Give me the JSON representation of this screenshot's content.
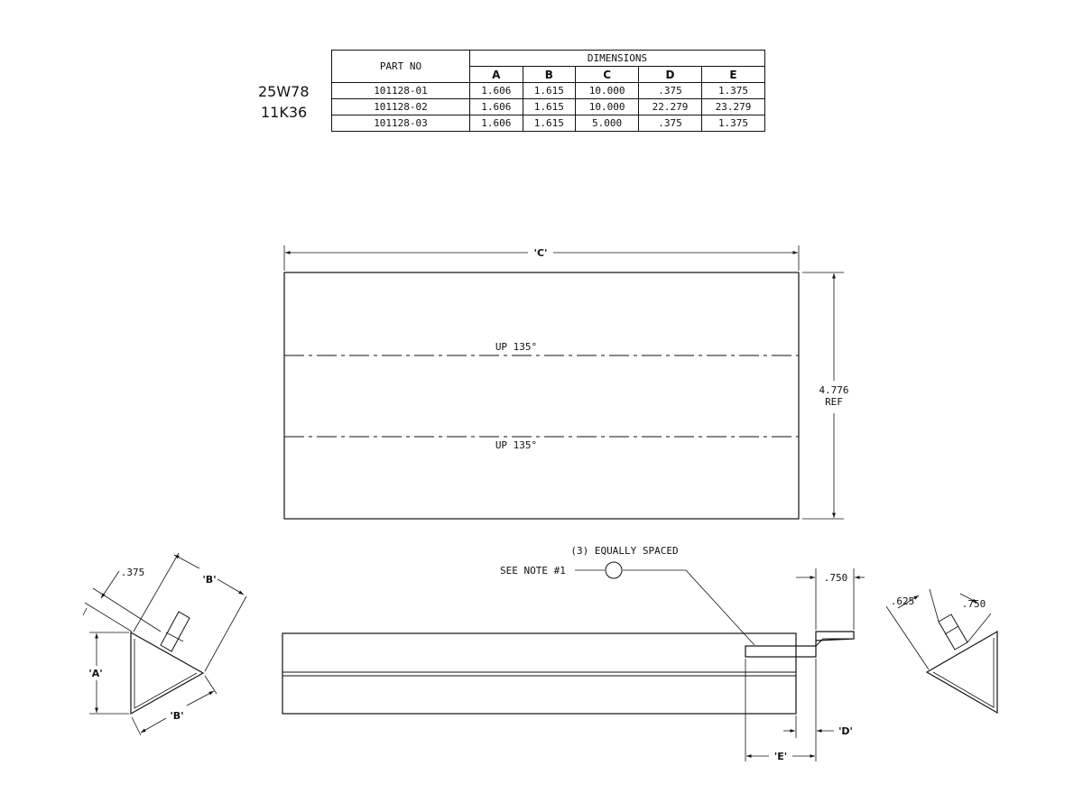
{
  "part_labels": [
    "25W78",
    "11K36"
  ],
  "table": {
    "part_no_header": "PART NO",
    "group_header": "DIMENSIONS",
    "columns": [
      "A",
      "B",
      "C",
      "D",
      "E"
    ],
    "rows": [
      {
        "part": "101128-01",
        "values": [
          "1.606",
          "1.615",
          "10.000",
          ".375",
          "1.375"
        ]
      },
      {
        "part": "101128-02",
        "values": [
          "1.606",
          "1.615",
          "10.000",
          "22.279",
          "23.279"
        ]
      },
      {
        "part": "101128-03",
        "values": [
          "1.606",
          "1.615",
          "5.000",
          ".375",
          "1.375"
        ]
      }
    ]
  },
  "flat_view": {
    "width_label": "'C'",
    "bend_top": "UP  135°",
    "bend_bottom": "UP  135°",
    "height_value": "4.776",
    "height_ref": "REF"
  },
  "left_view": {
    "offset": ".375",
    "side_top": "'B'",
    "side_left": "'A'",
    "side_bottom": "'B'"
  },
  "front_view": {
    "spacing_note": "(3) EQUALLY SPACED",
    "see_note": "SEE NOTE #1",
    "tab_width": ".750",
    "dim_d": "'D'",
    "dim_e": "'E'"
  },
  "right_view": {
    "offset": ".625",
    "tab": ".750"
  }
}
